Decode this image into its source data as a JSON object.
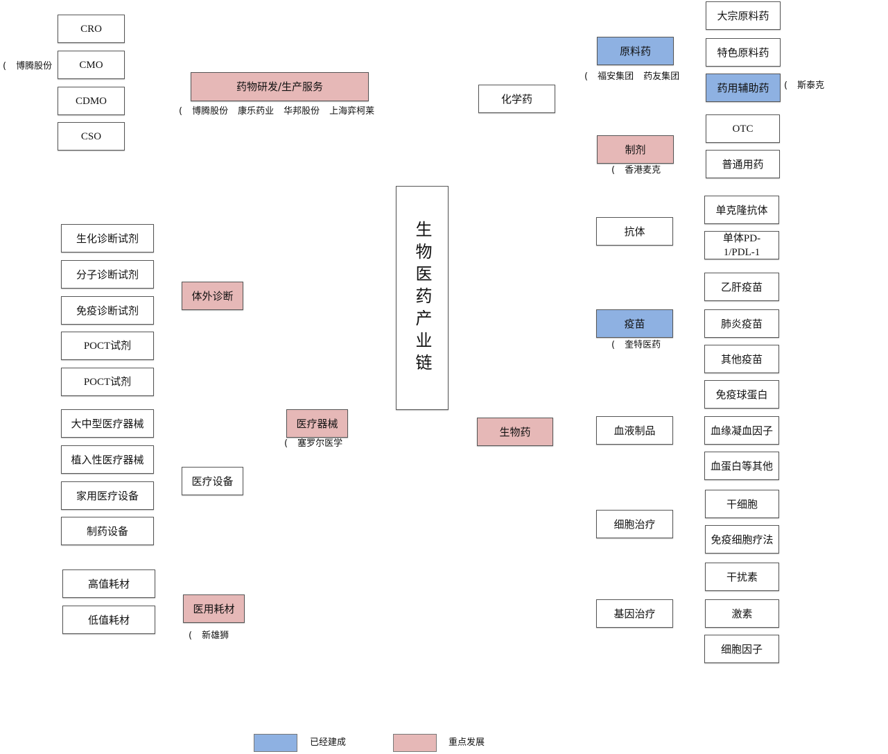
{
  "colors": {
    "built": "#8eb1e2",
    "focus": "#e6b8b7"
  },
  "center": "生物医药产业链",
  "services": {
    "main": "药物研发/生产服务",
    "items": [
      "CRO",
      "CMO",
      "CDMO",
      "CSO"
    ],
    "cmo_note": {
      "paren": "(",
      "company": "博腾股份"
    },
    "companies": {
      "paren": "(",
      "list": [
        "博腾股份",
        "康乐药业",
        "华邦股份",
        "上海弈柯莱"
      ]
    }
  },
  "ivd": {
    "main": "体外诊断",
    "items": [
      "生化诊断试剂",
      "分子诊断试剂",
      "免疫诊断试剂",
      "POCT试剂",
      "POCT试剂"
    ]
  },
  "device": {
    "main": "医疗器械",
    "note": {
      "paren": "(",
      "company": "塞罗尔医学"
    },
    "equipment": {
      "label": "医疗设备",
      "items": [
        "大中型医疗器械",
        "植入性医疗器械",
        "家用医疗设备",
        "制药设备"
      ]
    },
    "consumables": {
      "label": "医用耗材",
      "items": [
        "高值耗材",
        "低值耗材"
      ],
      "note": {
        "paren": "(",
        "company": "新雄狮"
      }
    }
  },
  "chemical": {
    "main": "化学药",
    "api": {
      "label": "原料药",
      "items": [
        "大宗原料药",
        "特色原料药",
        "药用辅助药"
      ],
      "note": {
        "paren": "(",
        "list": [
          "福安集团",
          "药友集团"
        ]
      },
      "excipient_note": {
        "paren": "(",
        "company": "斯泰克"
      }
    },
    "formulation": {
      "label": "制剂",
      "items": [
        "OTC",
        "普通用药"
      ],
      "note": {
        "paren": "(",
        "company": "香港麦克"
      }
    }
  },
  "bio": {
    "main": "生物药",
    "antibody": {
      "label": "抗体",
      "items": [
        "单克隆抗体",
        "单体PD-1/PDL-1"
      ]
    },
    "vaccine": {
      "label": "疫苗",
      "items": [
        "乙肝疫苗",
        "肺炎疫苗",
        "其他疫苗"
      ],
      "note": {
        "paren": "(",
        "company": "奎特医药"
      }
    },
    "blood": {
      "label": "血液制品",
      "items": [
        "免疫球蛋白",
        "血缘凝血因子",
        "血蛋白等其他"
      ]
    },
    "cell": {
      "label": "细胞治疗",
      "items": [
        "干细胞",
        "免疫细胞疗法"
      ]
    },
    "gene": {
      "label": "基因治疗",
      "items": [
        "干扰素",
        "激素",
        "细胞因子"
      ]
    }
  },
  "legend": {
    "built": "已经建成",
    "focus": "重点发展"
  }
}
